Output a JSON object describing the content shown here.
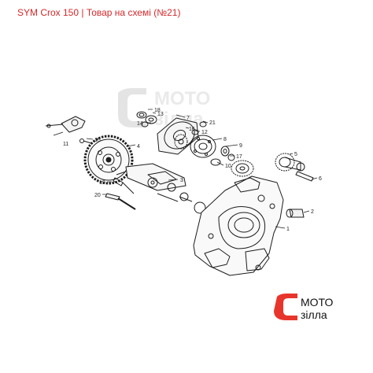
{
  "header": {
    "title": "SYM Crox 150 | Товар на схемі (№21)"
  },
  "brand": {
    "name_line1": "МОТО",
    "name_line2": "зілла",
    "accent_color": "#e8352b"
  },
  "diagram": {
    "callouts": [
      {
        "n": "1"
      },
      {
        "n": "2"
      },
      {
        "n": "3"
      },
      {
        "n": "4"
      },
      {
        "n": "5"
      },
      {
        "n": "6"
      },
      {
        "n": "7"
      },
      {
        "n": "8"
      },
      {
        "n": "9"
      },
      {
        "n": "10"
      },
      {
        "n": "11"
      },
      {
        "n": "12"
      },
      {
        "n": "13"
      },
      {
        "n": "14"
      },
      {
        "n": "15"
      },
      {
        "n": "16"
      },
      {
        "n": "17"
      },
      {
        "n": "18"
      },
      {
        "n": "19"
      },
      {
        "n": "20"
      },
      {
        "n": "21"
      }
    ]
  }
}
